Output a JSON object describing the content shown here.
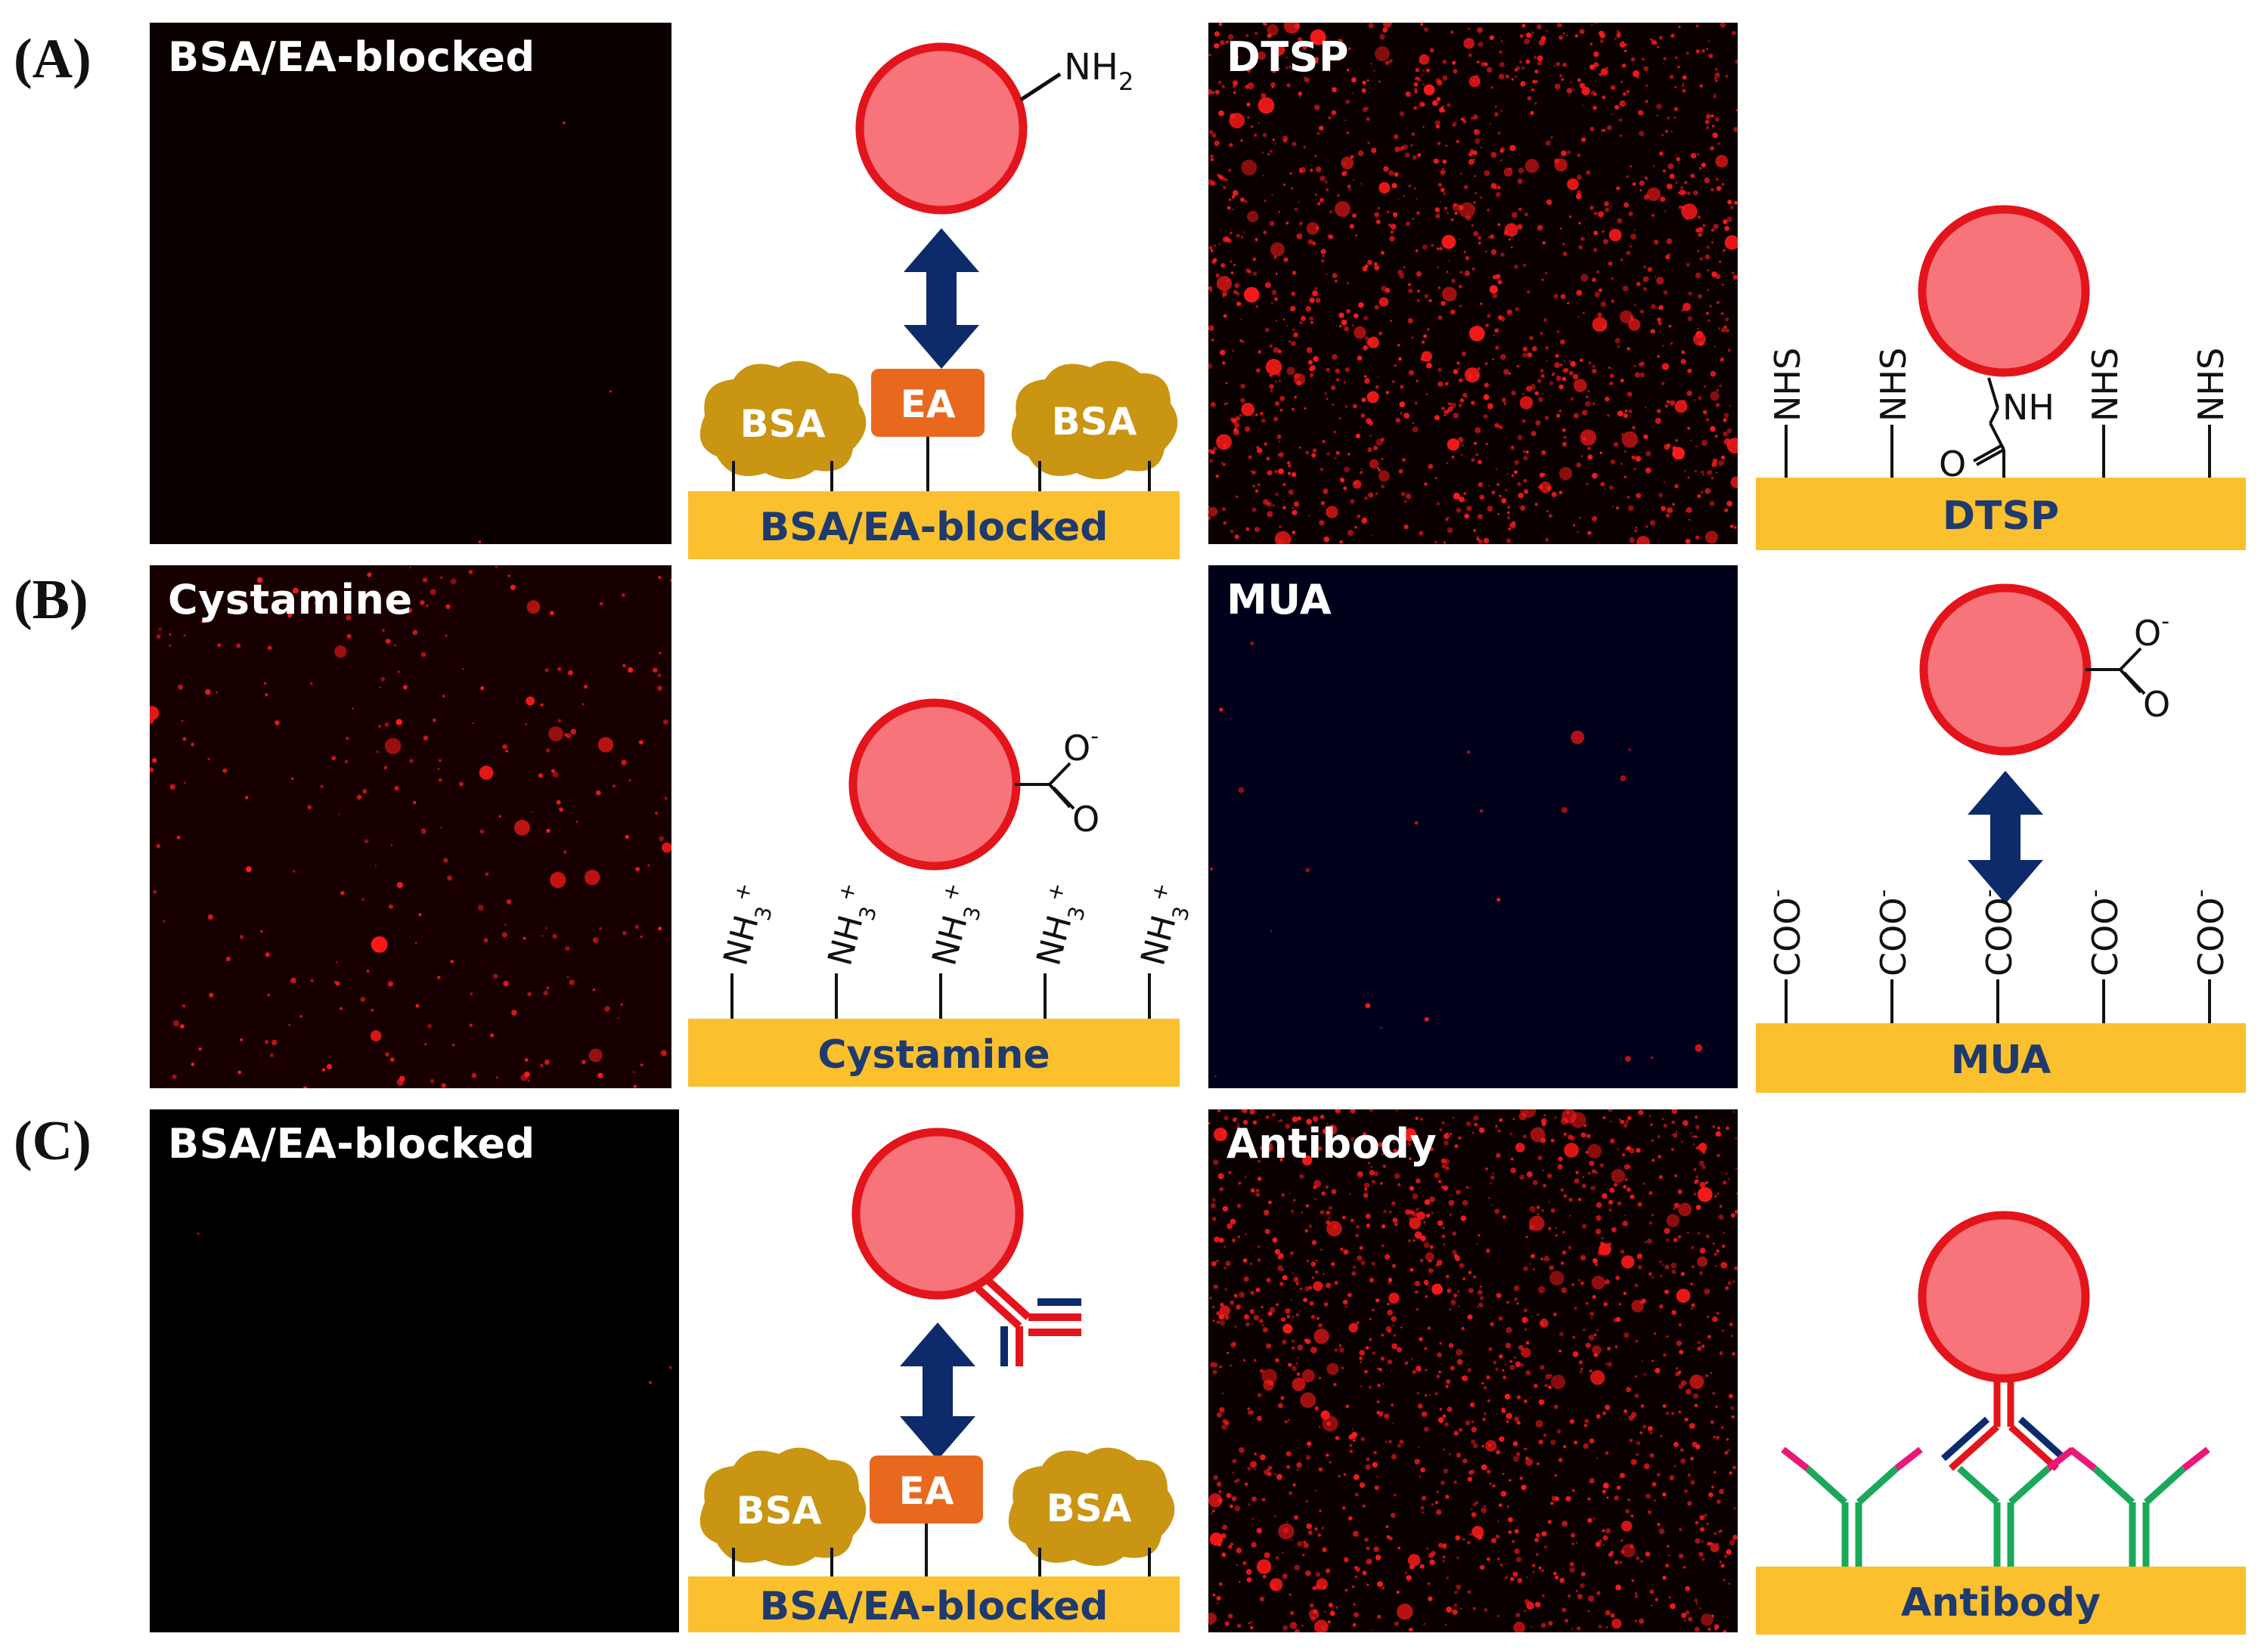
{
  "row_labels": [
    "(A)",
    "(B)",
    "(C)"
  ],
  "photos": {
    "a_left": {
      "title": "BSA/EA-blocked",
      "density": "none",
      "tint": "#0a0000"
    },
    "a_right": {
      "title": "DTSP",
      "density": "high",
      "tint": "#0a0000"
    },
    "b_left": {
      "title": "Cystamine",
      "density": "medium",
      "tint": "#180000"
    },
    "b_right": {
      "title": "MUA",
      "density": "low",
      "tint": "#00001a"
    },
    "c_left": {
      "title": "BSA/EA-blocked",
      "density": "none",
      "tint": "#000000"
    },
    "c_right": {
      "title": "Antibody",
      "density": "high",
      "tint": "#0a0000"
    }
  },
  "schematics": {
    "a_left": {
      "plate": "BSA/EA-blocked",
      "blob_left": "BSA",
      "block": "EA",
      "blob_right": "BSA",
      "ligand": "NH",
      "ligand_sub": "2"
    },
    "a_right": {
      "plate": "DTSP",
      "group": "NHS",
      "amide_n": "NH",
      "amide_o": "O"
    },
    "b_left": {
      "plate": "Cystamine",
      "group": "NH",
      "group_sub": "3",
      "group_sup": "+",
      "carb_o": "O",
      "carb_sup": "-"
    },
    "b_right": {
      "plate": "MUA",
      "group": "COO",
      "group_sup": "-",
      "carb_o": "O",
      "carb_sup": "-"
    },
    "c_left": {
      "plate": "BSA/EA-blocked",
      "blob_left": "BSA",
      "block": "EA",
      "blob_right": "BSA"
    },
    "c_right": {
      "plate": "Antibody"
    }
  },
  "colors": {
    "plate": "#fbc02d",
    "plate_text": "#1e3a6e",
    "bead_fill": "#f7747b",
    "bead_stroke": "#e3141b",
    "arrow": "#0d2a6b",
    "bsa": "#c99512",
    "ea": "#e8691e",
    "spot": "#ff1a1a",
    "antibody_green": "#1aa85a",
    "antibody_pink": "#e8197a"
  }
}
